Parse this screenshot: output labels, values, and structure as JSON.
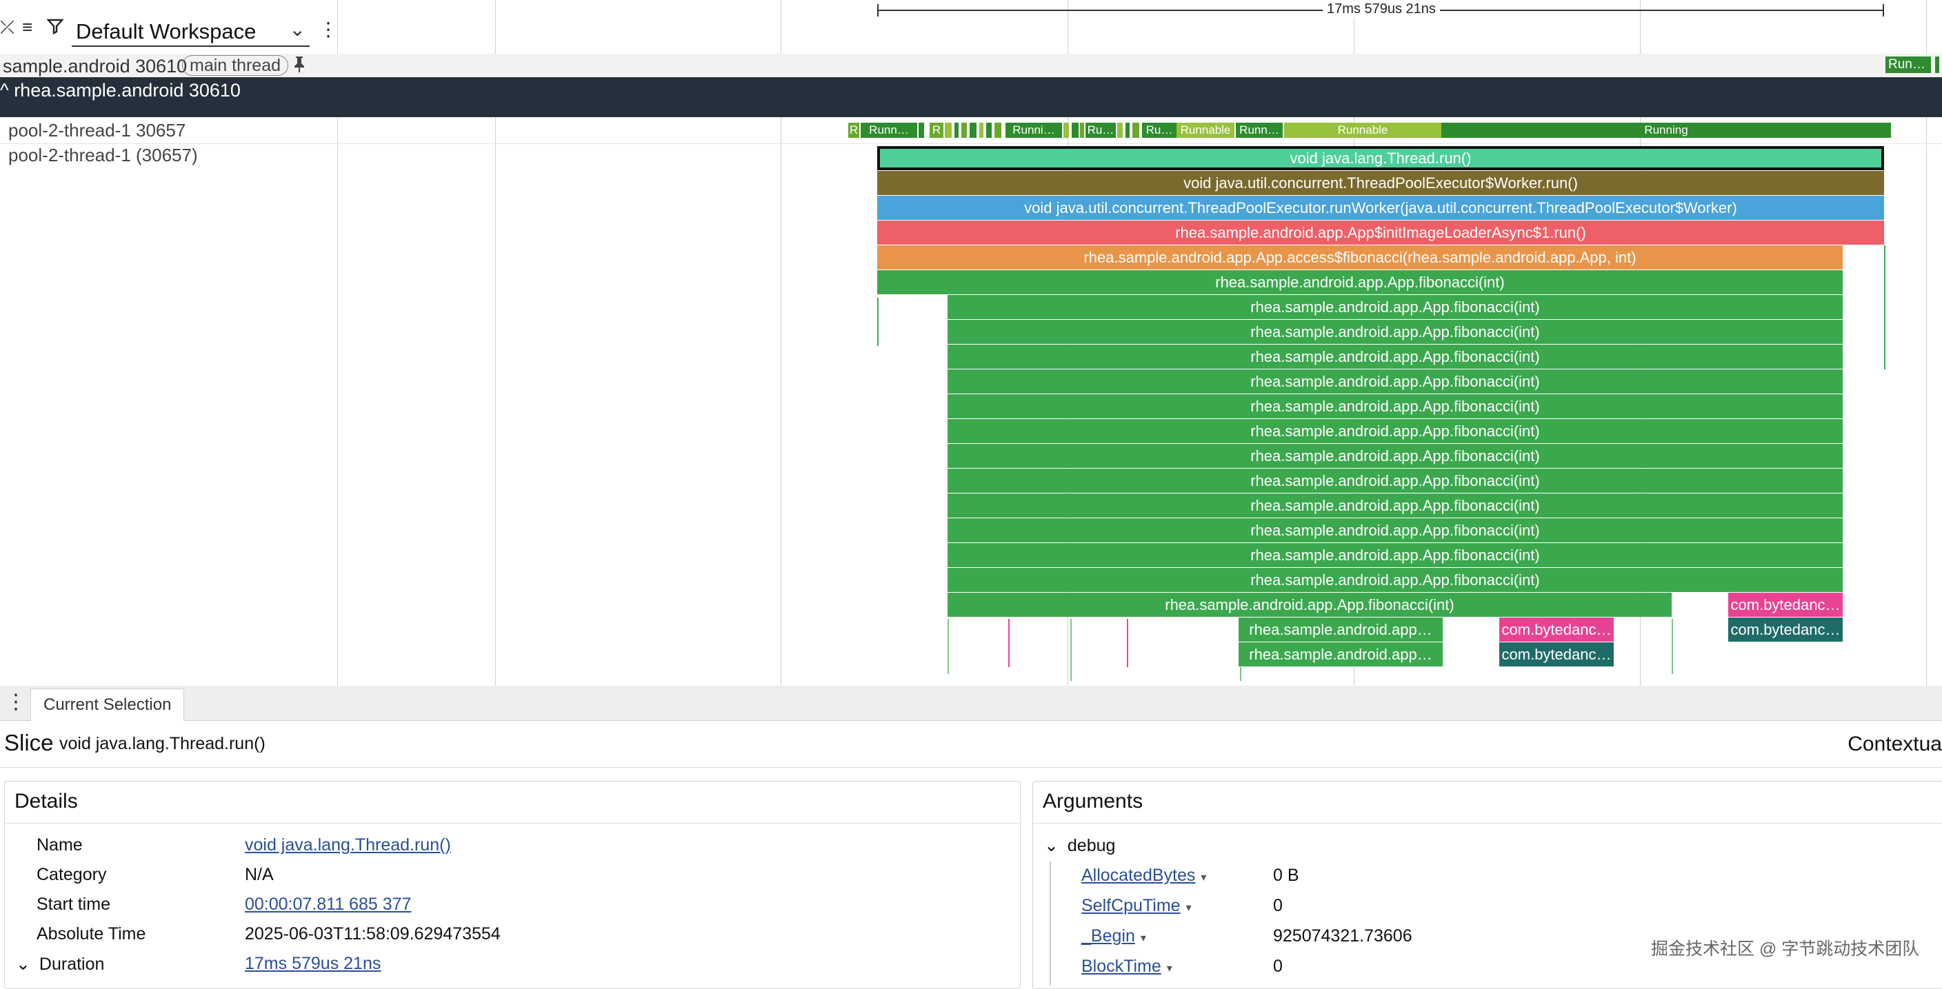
{
  "toolbar": {
    "workspace": "Default Workspace"
  },
  "timeline": {
    "selection_duration": "17ms 579us 21ns"
  },
  "pinned": {
    "process": "sample.android 30610",
    "thread_chip": "main thread",
    "state_label": "Run…"
  },
  "group": {
    "title": "rhea.sample.android 30610"
  },
  "thread": {
    "state_row_label": "pool-2-thread-1 30657",
    "slice_row_label": "pool-2-thread-1 (30657)",
    "states": [
      {
        "label": "R",
        "color": "#6aa82c"
      },
      {
        "label": "Runn…",
        "color": "#2e8b2e"
      },
      {
        "label": "R",
        "color": "#6aa82c"
      },
      {
        "label": "Runni…",
        "color": "#2e8b2e"
      },
      {
        "label": "Ru…",
        "color": "#2e8b2e"
      },
      {
        "label": "Ru…",
        "color": "#2e8b2e"
      },
      {
        "label": "Runnable",
        "color": "#98c13e"
      },
      {
        "label": "Runn…",
        "color": "#2e8b2e"
      },
      {
        "label": "Runnable",
        "color": "#98c13e"
      },
      {
        "label": "Running",
        "color": "#2e8b2e"
      }
    ]
  },
  "slices": [
    {
      "name": "void java.lang.Thread.run()",
      "color": "#4fcf98"
    },
    {
      "name": "void java.util.concurrent.ThreadPoolExecutor$Worker.run()",
      "color": "#7b6a2e"
    },
    {
      "name": "void java.util.concurrent.ThreadPoolExecutor.runWorker(java.util.concurrent.ThreadPoolExecutor$Worker)",
      "color": "#4aa3d9"
    },
    {
      "name": "rhea.sample.android.app.App$initImageLoaderAsync$1.run()",
      "color": "#ef5f68"
    },
    {
      "name": "rhea.sample.android.app.App.access$fibonacci(rhea.sample.android.app.App, int)",
      "color": "#e8954a"
    },
    {
      "name": "rhea.sample.android.app.App.fibonacci(int)",
      "color": "#3ba84e"
    },
    {
      "name": "rhea.sample.android.app.App.fibonacci(int)",
      "color": "#3ba84e"
    },
    {
      "name": "rhea.sample.android.app.App.fibonacci(int)",
      "color": "#3ba84e"
    },
    {
      "name": "rhea.sample.android.app.App.fibonacci(int)",
      "color": "#3ba84e"
    },
    {
      "name": "rhea.sample.android.app.App.fibonacci(int)",
      "color": "#3ba84e"
    },
    {
      "name": "rhea.sample.android.app.App.fibonacci(int)",
      "color": "#3ba84e"
    },
    {
      "name": "rhea.sample.android.app.App.fibonacci(int)",
      "color": "#3ba84e"
    },
    {
      "name": "rhea.sample.android.app.App.fibonacci(int)",
      "color": "#3ba84e"
    },
    {
      "name": "rhea.sample.android.app.App.fibonacci(int)",
      "color": "#3ba84e"
    },
    {
      "name": "rhea.sample.android.app.App.fibonacci(int)",
      "color": "#3ba84e"
    },
    {
      "name": "rhea.sample.android.app.App.fibonacci(int)",
      "color": "#3ba84e"
    },
    {
      "name": "rhea.sample.android.app.App.fibonacci(int)",
      "color": "#3ba84e"
    },
    {
      "name": "rhea.sample.android.app.App.fibonacci(int)",
      "color": "#3ba84e"
    },
    {
      "name": "rhea.sample.android.app.App.fibonacci(int)",
      "color": "#3ba84e"
    },
    {
      "name": "com.bytedanc…",
      "color": "#e84393"
    },
    {
      "name": "rhea.sample.android.app…",
      "color": "#3ba84e"
    },
    {
      "name": "com.bytedanc…",
      "color": "#e84393"
    },
    {
      "name": "com.bytedanc…",
      "color": "#1f6b68"
    },
    {
      "name": "rhea.sample.android.app…",
      "color": "#3ba84e"
    },
    {
      "name": "com.bytedanc…",
      "color": "#1f6b68"
    }
  ],
  "panel": {
    "tab": "Current Selection",
    "slice_title": "Slice",
    "slice_name": "void java.lang.Thread.run()",
    "right_header": "Contextua",
    "details": {
      "title": "Details",
      "rows": [
        {
          "key": "Name",
          "value": "void java.lang.Thread.run()"
        },
        {
          "key": "Category",
          "value": "N/A"
        },
        {
          "key": "Start time",
          "value": "00:00:07.811 685 377"
        },
        {
          "key": "Absolute Time",
          "value": "2025-06-03T11:58:09.629473554"
        },
        {
          "key": "Duration",
          "value": "17ms 579us 21ns"
        }
      ]
    },
    "arguments": {
      "title": "Arguments",
      "group": "debug",
      "rows": [
        {
          "key": "AllocatedBytes",
          "value": "0 B"
        },
        {
          "key": "SelfCpuTime",
          "value": "0"
        },
        {
          "key": "_Begin",
          "value": "925074321.73606"
        },
        {
          "key": "BlockTime",
          "value": "0"
        }
      ]
    }
  },
  "watermark": "掘金技术社区 @ 字节跳动技术团队"
}
